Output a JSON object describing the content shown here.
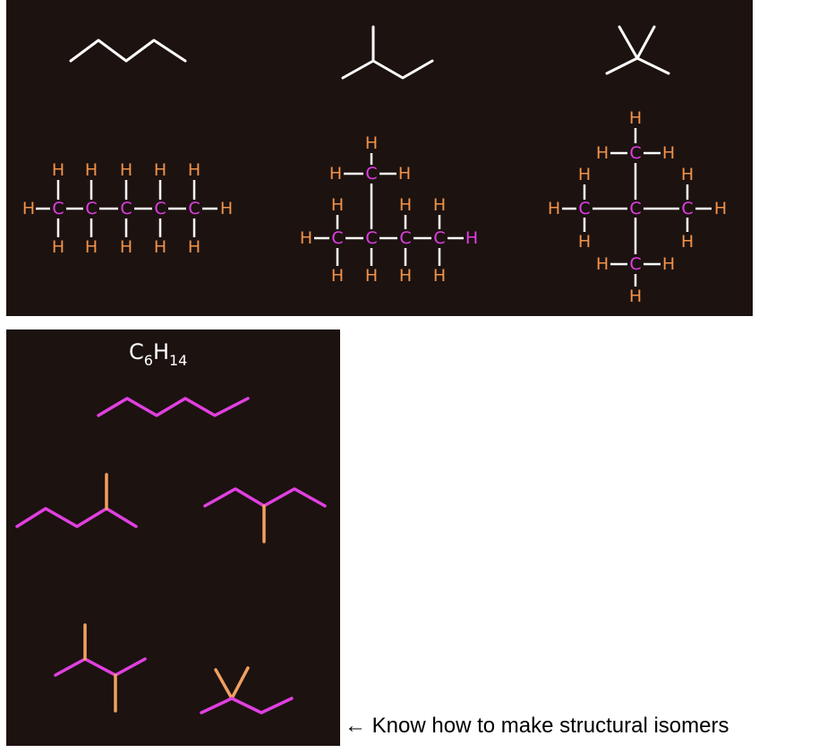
{
  "atoms": {
    "carbon": "C",
    "hydrogen": "H"
  },
  "formula": {
    "c": "C",
    "c_sub": "6",
    "h": "H",
    "h_sub": "14"
  },
  "caption": "← Know how to make structural isomers",
  "colors": {
    "background": "#1c1210",
    "carbon": "#e23ee6",
    "hydrogen": "#f0924a",
    "bond": "#ffffff",
    "main_chain": "#e040e0",
    "branch": "#f0a060"
  }
}
